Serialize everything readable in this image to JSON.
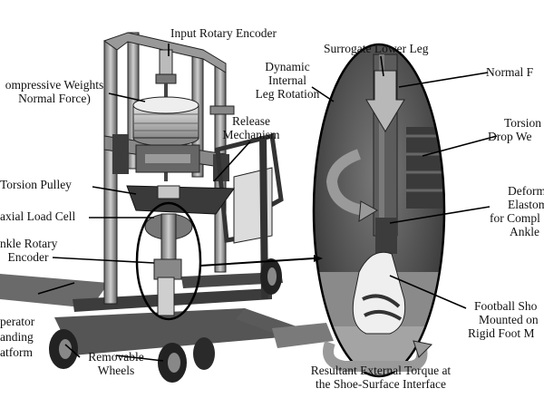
{
  "figure": {
    "labels": {
      "input_rotary_encoder": "Input Rotary Encoder",
      "compressive_weights": [
        "ompressive Weights",
        "Normal Force)"
      ],
      "torsion_pulley": "Torsion Pulley",
      "axial_load_cell": "axial Load Cell",
      "ankle_rotary_encoder": [
        "nkle Rotary",
        "Encoder"
      ],
      "operator_platform": [
        "perator",
        "anding",
        "atform"
      ],
      "removable_wheels": [
        "Removable",
        "Wheels"
      ],
      "release_mechanism": [
        "Release",
        "Mechanism"
      ],
      "dynamic_leg_rotation": [
        "Dynamic",
        "Internal",
        "Leg Rotation"
      ],
      "surrogate_lower_leg": "Surrogate Lower Leg",
      "normal_force": "Normal F",
      "torsion_drop_weight": [
        "Torsion",
        "Drop We"
      ],
      "deformable_elastomer": [
        "Deformal",
        "Elastom",
        "for Compl",
        "Ankle"
      ],
      "football_shoe": [
        "Football Sho",
        "Mounted on",
        "Rigid Foot M"
      ],
      "resultant_torque": [
        "Resultant External Torque at",
        "the Shoe-Surface Interface"
      ]
    }
  }
}
